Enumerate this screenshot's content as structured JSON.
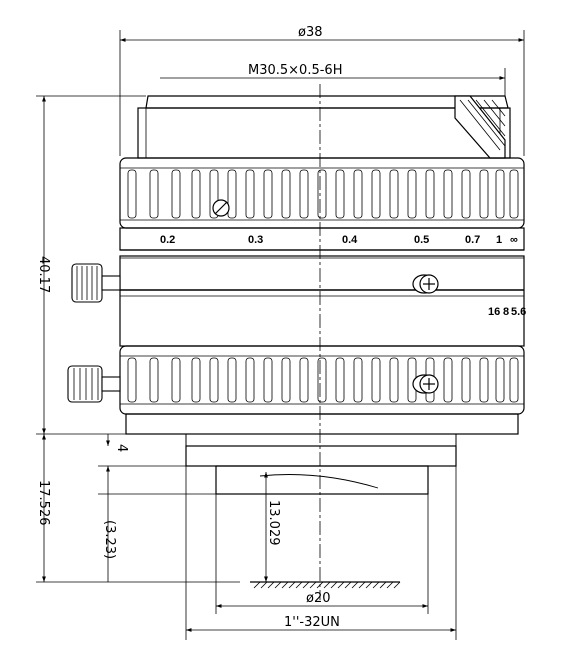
{
  "dimensions": {
    "outer_diameter": "ø38",
    "thread": "M30.5×0.5-6H",
    "body_length": "40.17",
    "flange_offset": "4",
    "mount_length": "17.526",
    "ref_value": "(3.23)",
    "back_focal": "13.029",
    "rear_diameter": "ø20",
    "mount_thread": "1''-32UN"
  },
  "distance_scale": [
    "0.2",
    "0.3",
    "0.4",
    "0.5",
    "0.7",
    "1",
    "∞"
  ],
  "aperture_scale": [
    "16",
    "8",
    "5.6"
  ]
}
